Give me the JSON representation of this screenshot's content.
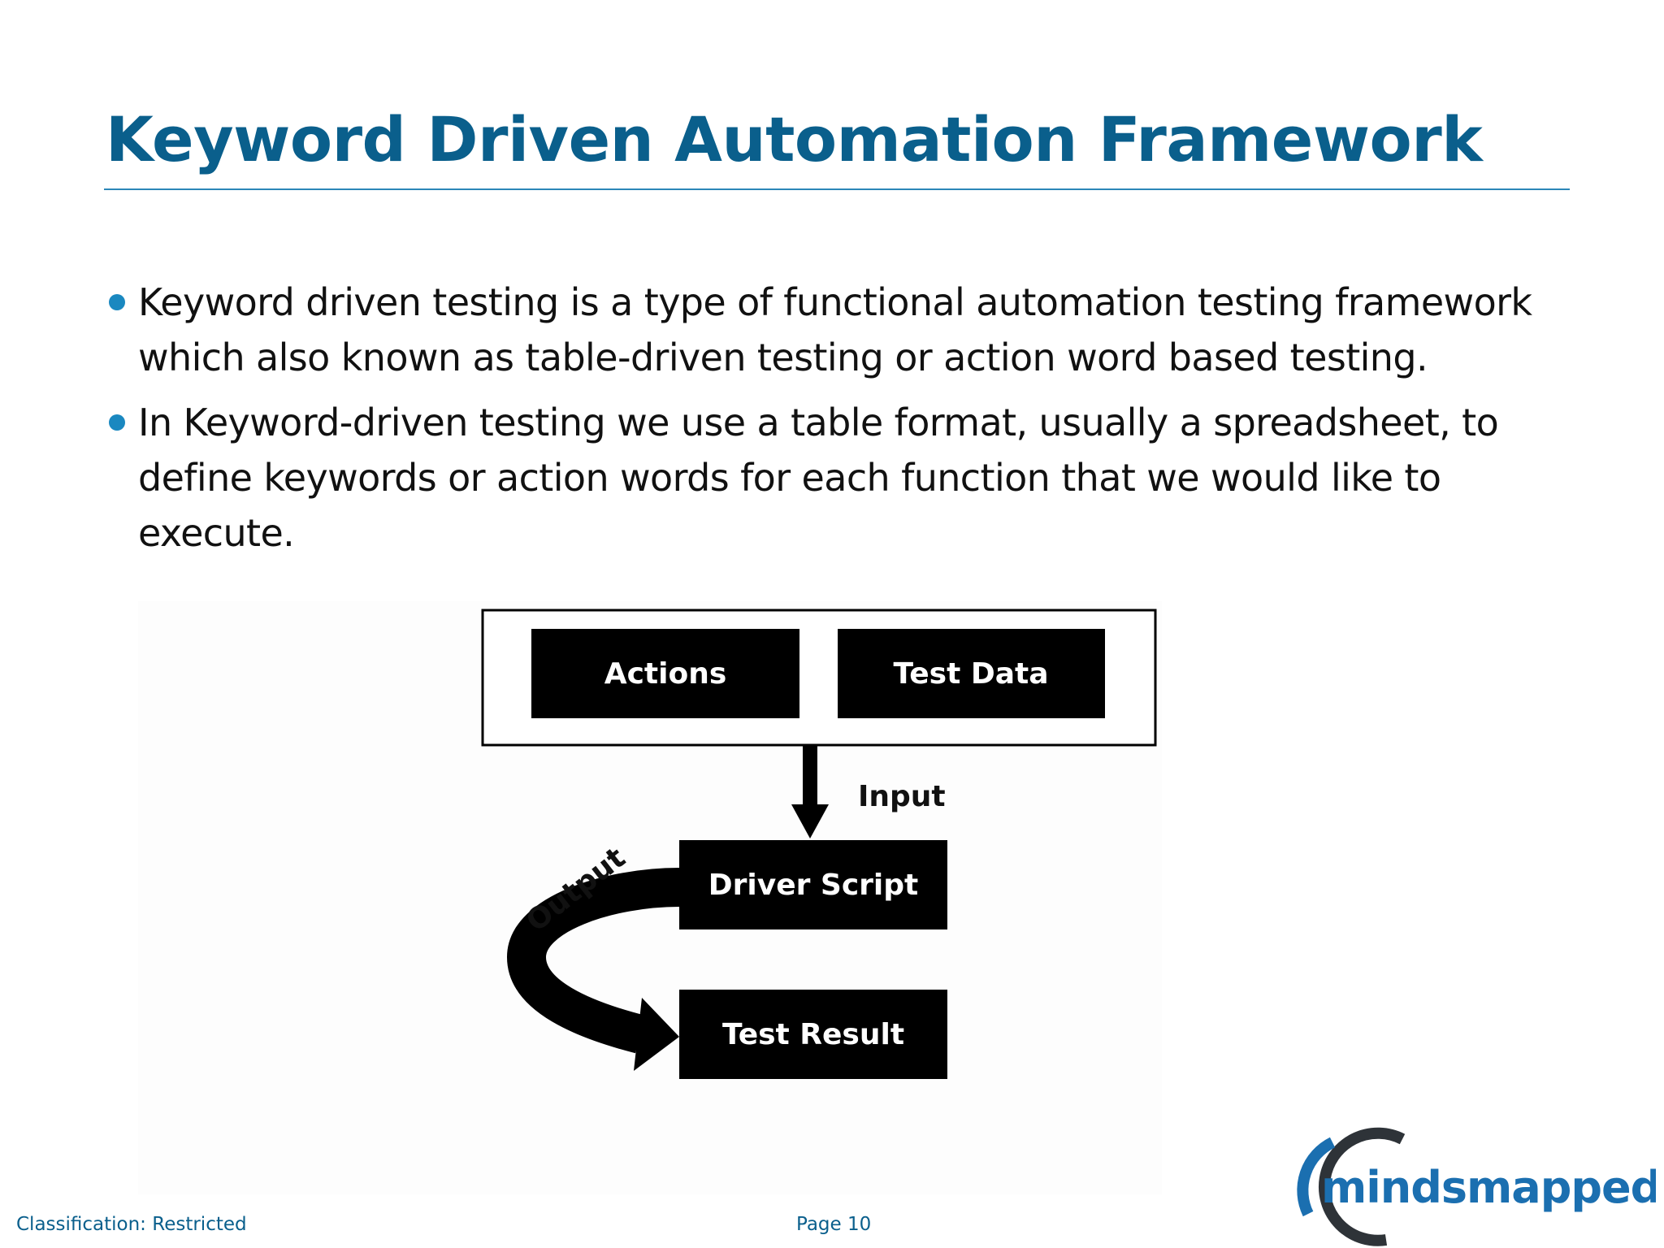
{
  "slide": {
    "title": "Keyword Driven Automation Framework",
    "bullets": [
      "Keyword driven testing is a type of functional automation testing framework which also known as table-driven testing or action word based testing.",
      "In Keyword-driven testing we use a table format, usually a spreadsheet, to define keywords or action words for each function that we would like to execute."
    ]
  },
  "diagram": {
    "actions": "Actions",
    "test_data": "Test Data",
    "input": "Input",
    "driver_script": "Driver Script",
    "output": "Output",
    "test_result": "Test Result"
  },
  "footer": {
    "classification": "Classification: Restricted",
    "page": "Page 10"
  },
  "logo": {
    "text": "mindsmapped",
    "colors": {
      "blue": "#1b6fb0",
      "dark": "#2e3338"
    }
  }
}
